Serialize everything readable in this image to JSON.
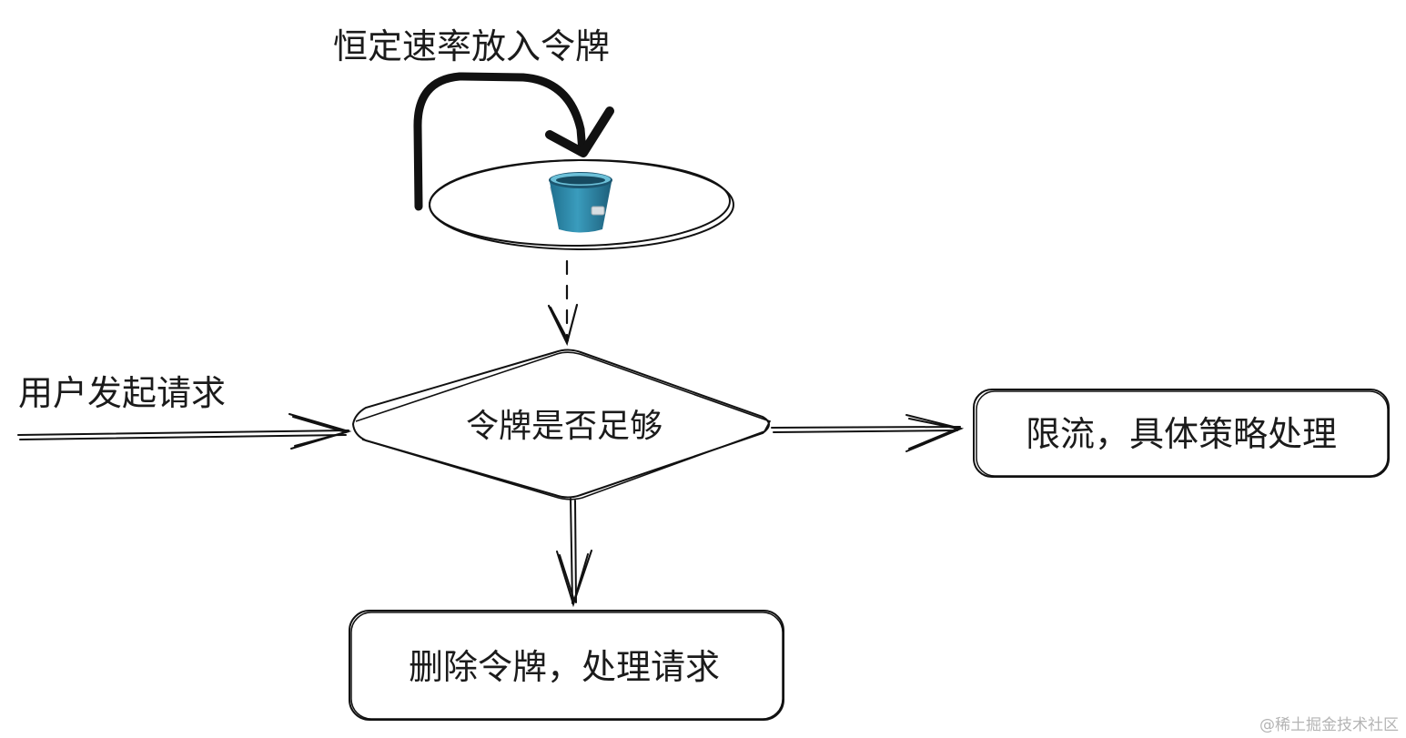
{
  "labels": {
    "refill": "恒定速率放入令牌",
    "user_request": "用户发起请求",
    "decision": "令牌是否足够",
    "rate_limited": "限流，具体策略处理",
    "consume": "删除令牌，处理请求"
  },
  "watermark": "@稀土掘金技术社区",
  "colors": {
    "ink": "#1b1b1b",
    "bucket_body": "#2f88a8",
    "bucket_rim": "#6cc0d8",
    "bucket_handle": "#bfc9cf",
    "watermark": "#b4b4b4"
  },
  "icons": {
    "bucket": "bucket-icon"
  }
}
